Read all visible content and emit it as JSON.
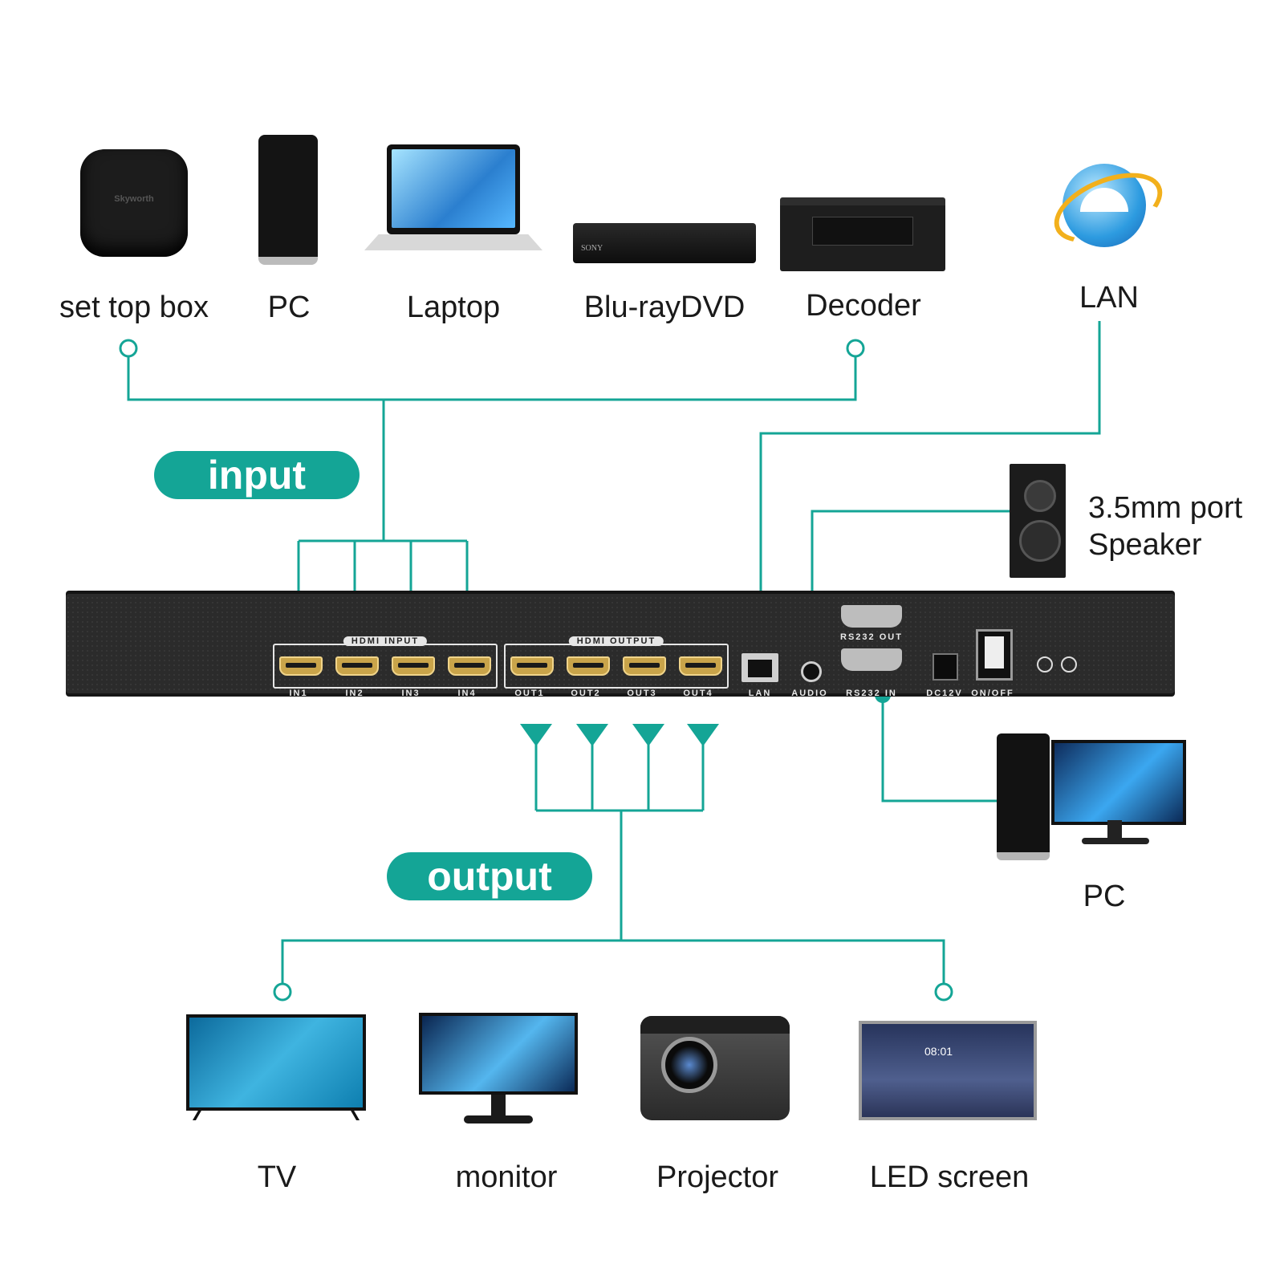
{
  "sources": {
    "set_top_box": "set top box",
    "pc": "PC",
    "laptop": "Laptop",
    "bluray": "Blu-rayDVD",
    "decoder": "Decoder",
    "lan": "LAN"
  },
  "pills": {
    "input": "input",
    "output": "output"
  },
  "speaker": {
    "line1": "3.5mm port",
    "line2": "Speaker"
  },
  "control_pc": "PC",
  "displays": {
    "tv": "TV",
    "monitor": "monitor",
    "projector": "Projector",
    "led": "LED screen"
  },
  "panel": {
    "hdmi_input": "HDMI INPUT",
    "hdmi_output": "HDMI OUTPUT",
    "in1": "IN1",
    "in2": "IN2",
    "in3": "IN3",
    "in4": "IN4",
    "out1": "OUT1",
    "out2": "OUT2",
    "out3": "OUT3",
    "out4": "OUT4",
    "lan": "LAN",
    "audio": "AUDIO",
    "rs232_out": "RS232 OUT",
    "rs232_in": "RS232 IN",
    "dc": "DC12V",
    "onoff": "ON/OFF"
  },
  "brand": {
    "stb": "Skyworth",
    "bluray": "SONY"
  },
  "led_clock": "08:01",
  "accent_color": "#14a596"
}
